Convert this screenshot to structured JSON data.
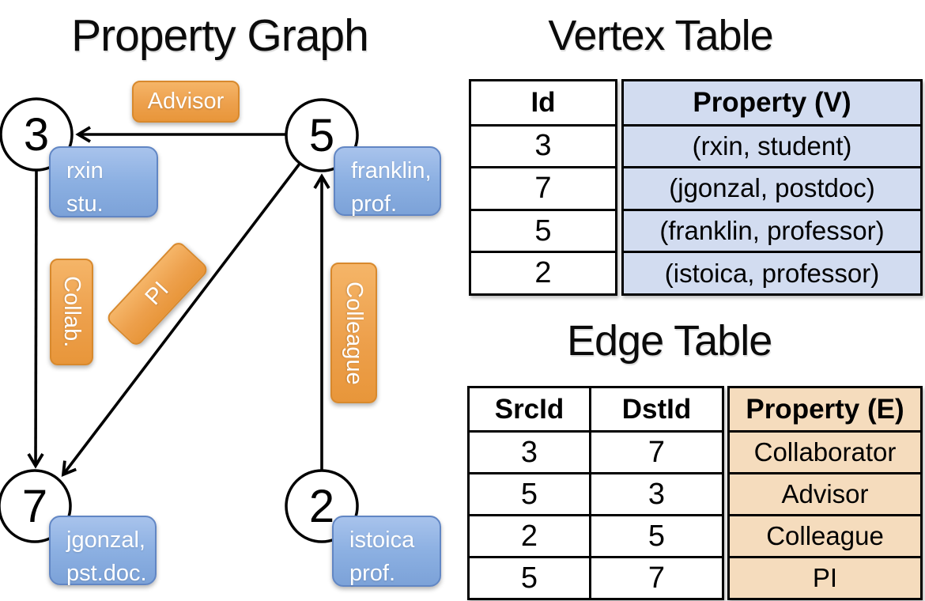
{
  "graph": {
    "title": "Property Graph",
    "nodes": {
      "n3": {
        "id": "3",
        "property": {
          "line1": "rxin",
          "line2": "stu."
        }
      },
      "n5": {
        "id": "5",
        "property": {
          "line1": "franklin,",
          "line2": "prof."
        }
      },
      "n7": {
        "id": "7",
        "property": {
          "line1": "jgonzal,",
          "line2": "pst.doc."
        }
      },
      "n2": {
        "id": "2",
        "property": {
          "line1": "istoica",
          "line2": "prof."
        }
      }
    },
    "edges": {
      "advisor": {
        "label": "Advisor",
        "from": "5",
        "to": "3"
      },
      "collab": {
        "label": "Collab.",
        "from": "3",
        "to": "7"
      },
      "pi": {
        "label": "PI",
        "from": "5",
        "to": "7"
      },
      "colleague": {
        "label": "Colleague",
        "from": "2",
        "to": "5"
      }
    }
  },
  "vertex_table": {
    "title": "Vertex Table",
    "columns": {
      "id": "Id",
      "property": "Property (V)"
    },
    "rows": [
      {
        "id": "3",
        "property": "(rxin, student)"
      },
      {
        "id": "7",
        "property": "(jgonzal, postdoc)"
      },
      {
        "id": "5",
        "property": "(franklin, professor)"
      },
      {
        "id": "2",
        "property": "(istoica, professor)"
      }
    ]
  },
  "edge_table": {
    "title": "Edge Table",
    "columns": {
      "src": "SrcId",
      "dst": "DstId",
      "property": "Property (E)"
    },
    "rows": [
      {
        "src": "3",
        "dst": "7",
        "property": "Collaborator"
      },
      {
        "src": "5",
        "dst": "3",
        "property": "Advisor"
      },
      {
        "src": "2",
        "dst": "5",
        "property": "Colleague"
      },
      {
        "src": "5",
        "dst": "7",
        "property": "PI"
      }
    ]
  },
  "colors": {
    "edge_label_orange": "#eda04c",
    "vertex_box_blue": "#8cb0e2",
    "vertex_property_fill": "#d2dcf0",
    "edge_property_fill": "#f5dcbd",
    "line_black": "#000000"
  }
}
